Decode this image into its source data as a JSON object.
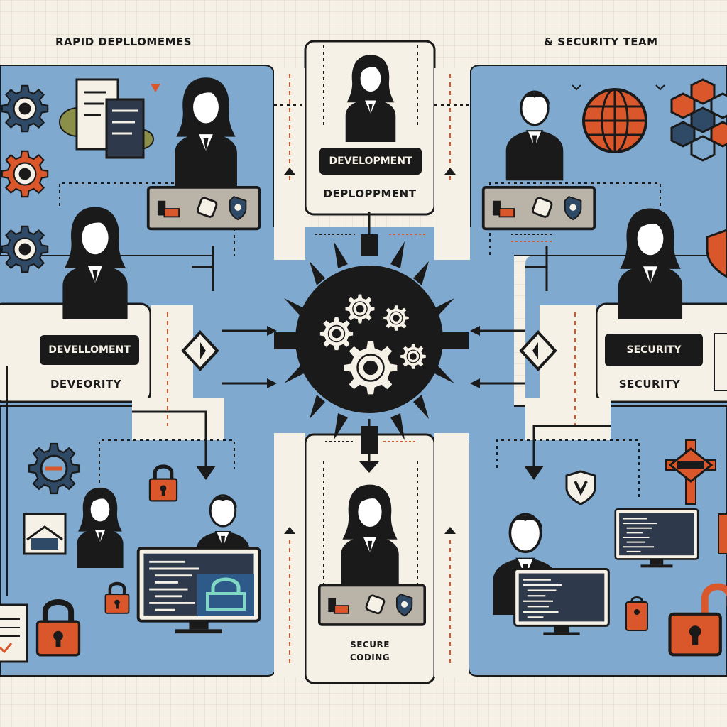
{
  "header": {
    "left_title": "RAPID DEPLLOMEMES",
    "right_title": "& SECURITY TEAM"
  },
  "top_card": {
    "badge": "DEVELOPMENT",
    "caption": "DEPLOPPMENT"
  },
  "left_card": {
    "badge": "DEVELLOMENT",
    "caption": "DEVEORITY"
  },
  "right_card": {
    "badge": "SECURITY",
    "caption": "SECURITY"
  },
  "bottom_card": {
    "line1": "SECURE",
    "line2": "CODING"
  },
  "icons": [
    "gear-icon",
    "document-icon",
    "person-icon",
    "laptop-icon",
    "shield-icon",
    "globe-icon",
    "hexagon-network-icon",
    "central-gear-hub-icon",
    "lock-icon",
    "monitor-code-icon",
    "mail-icon",
    "diamond-decision-icon",
    "arrow-icon"
  ],
  "colors": {
    "panel_blue": "#7fa9cf",
    "accent_orange": "#d9572b",
    "ink": "#1a1a1a",
    "paper": "#f6f1e6"
  }
}
